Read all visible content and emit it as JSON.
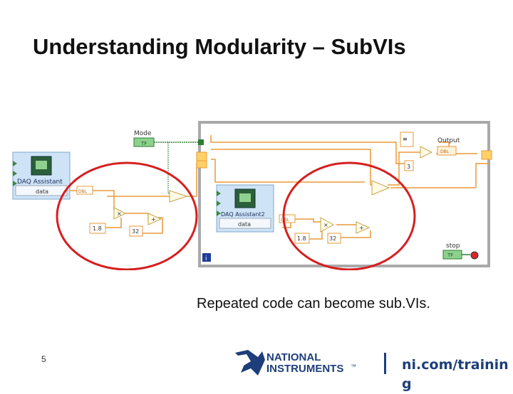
{
  "slide": {
    "title": "Understanding Modularity – SubVIs",
    "caption": "Repeated code can become sub.VIs.",
    "page_number": "5",
    "footer_url": "ni.com/training"
  },
  "diagram": {
    "mode_label": "Mode",
    "output_label": "Output",
    "stop_label": "stop",
    "daq1_label": "DAQ Assistant",
    "daq1_terminal": "data",
    "daq2_label": "DAQ Assistant2",
    "daq2_terminal": "data",
    "const_left_1": "1.8",
    "const_left_2": "32",
    "const_right_1": "1.8",
    "const_right_2": "32",
    "const_3": "3",
    "mode_indicator": "TF",
    "output_indicator": "DBL",
    "stop_indicator": "TF",
    "dbl_tag": "DBL"
  },
  "logo": {
    "line1": "NATIONAL",
    "line2": "INSTRUMENTS",
    "tm": "™"
  },
  "colors": {
    "wire_orange": "#e89a3a",
    "wire_green": "#2e7d32",
    "highlight_red": "#d61f1f",
    "structure_border": "#a9a9a9",
    "ni_blue": "#1d3e7a"
  }
}
